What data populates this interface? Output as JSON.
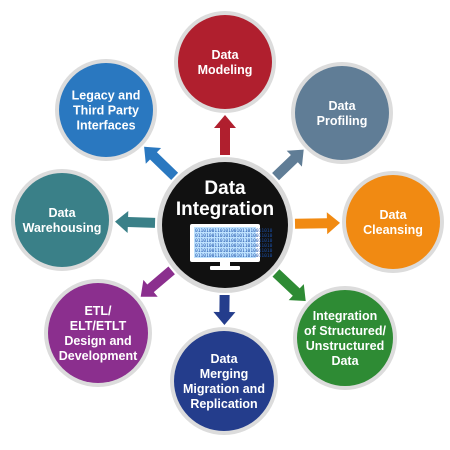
{
  "center": {
    "title_lines": [
      "Data",
      "Integration"
    ],
    "icon": "computer-monitor-binary-icon",
    "binary_text": "0110100110101001011010011010"
  },
  "nodes": [
    {
      "id": "data-modeling",
      "lines": [
        "Data",
        "Modeling"
      ],
      "color": "#b01f2e"
    },
    {
      "id": "data-profiling",
      "lines": [
        "Data",
        "Profiling"
      ],
      "color": "#607d96"
    },
    {
      "id": "data-cleansing",
      "lines": [
        "Data",
        "Cleansing"
      ],
      "color": "#f18a12"
    },
    {
      "id": "integration-structured",
      "lines": [
        "Integration",
        "of Structured/",
        "Unstructured",
        "Data"
      ],
      "color": "#2e8b34"
    },
    {
      "id": "data-merging",
      "lines": [
        "Data",
        "Merging",
        "Migration and",
        "Replication"
      ],
      "color": "#243d8c"
    },
    {
      "id": "etl-design",
      "lines": [
        "ETL/",
        "ELT/ETLT",
        "Design and",
        "Development"
      ],
      "color": "#8b2f8e"
    },
    {
      "id": "data-warehousing",
      "lines": [
        "Data",
        "Warehousing"
      ],
      "color": "#3a8088"
    },
    {
      "id": "legacy-interfaces",
      "lines": [
        "Legacy and",
        "Third Party",
        "Interfaces"
      ],
      "color": "#2a78c0"
    }
  ],
  "colors": {
    "center_fill": "#111111",
    "center_ring": "#d9d9d9",
    "node_ring": "#dcdcdc",
    "monitor_screen": "#bfe3ff"
  }
}
